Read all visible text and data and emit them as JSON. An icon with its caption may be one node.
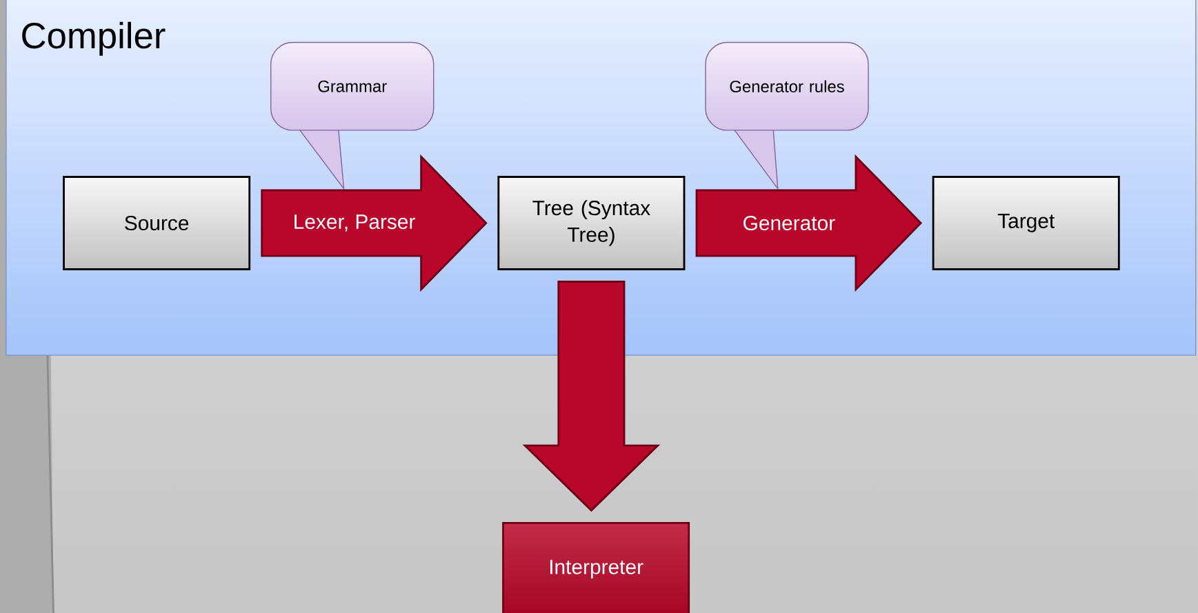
{
  "diagram": {
    "nodes": [
      {
        "text": [
          "Compiler"
        ]
      },
      {
        "text": [
          "Source"
        ],
        "in": 0
      },
      {
        "text": [
          "Grammar"
        ],
        "in": 0
      },
      {
        "text": [
          "Tree (Syntax Tree)"
        ],
        "in": 0
      },
      {
        "text": [
          "Generator rules"
        ],
        "in": 0
      },
      {
        "text": [
          "Target"
        ],
        "in": 0
      },
      {
        "text": [
          "Interpreter"
        ]
      }
    ],
    "edges": [
      {
        "from": 1,
        "to": 3,
        "arrow": "to",
        "label": "Lexer, Parser"
      },
      {
        "from": 3,
        "to": 5,
        "arrow": "to",
        "label": "Generator"
      },
      {
        "from": 3,
        "to": 6,
        "arrow": "to"
      }
    ]
  }
}
